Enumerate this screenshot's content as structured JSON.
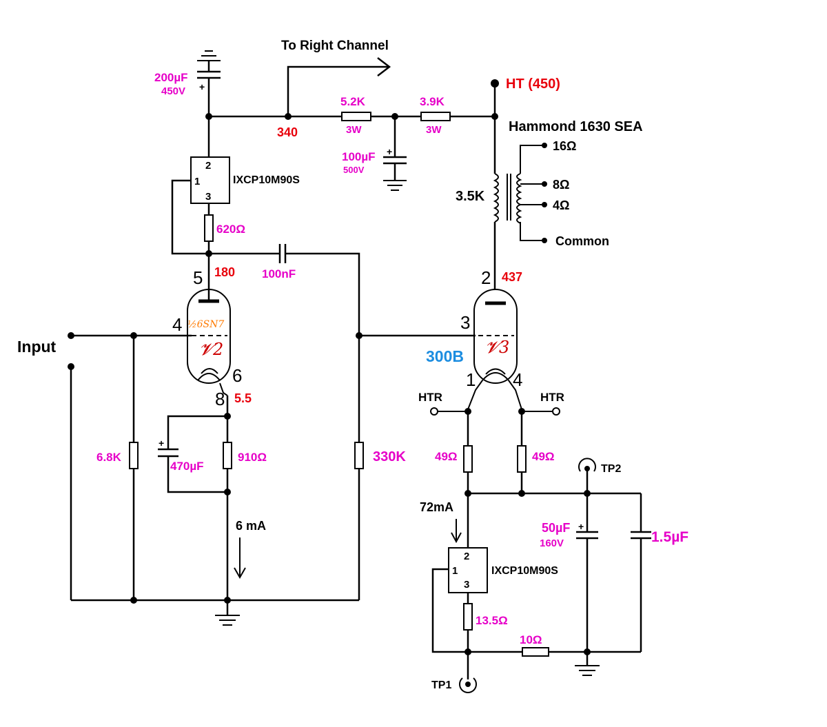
{
  "labels": {
    "to_right_channel": "To Right Channel",
    "ht": "HT (450)",
    "hammond": "Hammond 1630 SEA",
    "input": "Input",
    "tube_300b": "300B",
    "htr_left": "HTR",
    "htr_right": "HTR",
    "tp1": "TP1",
    "tp2": "TP2",
    "ic_top": "IXCP10M90S",
    "ic_bottom": "IXCP10M90S",
    "ic_pin1": "1",
    "ic_pin2": "2",
    "ic_pin3": "3",
    "tube_v2": "𝓥2",
    "tube_v3": "𝓥3",
    "tube_6sn7": "½6SN7"
  },
  "components": {
    "cap_200uf": "200µF",
    "cap_200uf_v": "450V",
    "res_5k2": "5.2K",
    "res_5k2_w": "3W",
    "res_3k9": "3.9K",
    "res_3k9_w": "3W",
    "cap_100uf": "100µF",
    "cap_100uf_v": "500V",
    "res_620": "620Ω",
    "cap_100nf": "100nF",
    "res_6k8": "6.8K",
    "cap_470uf": "470µF",
    "res_910": "910Ω",
    "res_330k": "330K",
    "res_49_left": "49Ω",
    "res_49_right": "49Ω",
    "cap_50uf": "50µF",
    "cap_50uf_v": "160V",
    "cap_1u5": "1.5µF",
    "res_13r5": "13.5Ω",
    "res_10": "10Ω",
    "xfmr_primary": "3.5K"
  },
  "taps": {
    "t16": "16Ω",
    "t8": "8Ω",
    "t4": "4Ω",
    "common": "Common"
  },
  "voltages": {
    "v340": "340",
    "v180": "180",
    "v437": "437",
    "v5_5": "5.5"
  },
  "currents": {
    "i6ma": "6 mA",
    "i72ma": "72mA"
  },
  "pins": {
    "p5": "5",
    "p4": "4",
    "p6": "6",
    "p8": "8",
    "p2": "2",
    "p3": "3",
    "p1": "1",
    "p4b": "4"
  },
  "symbols": {
    "cap_polarity": "+"
  }
}
